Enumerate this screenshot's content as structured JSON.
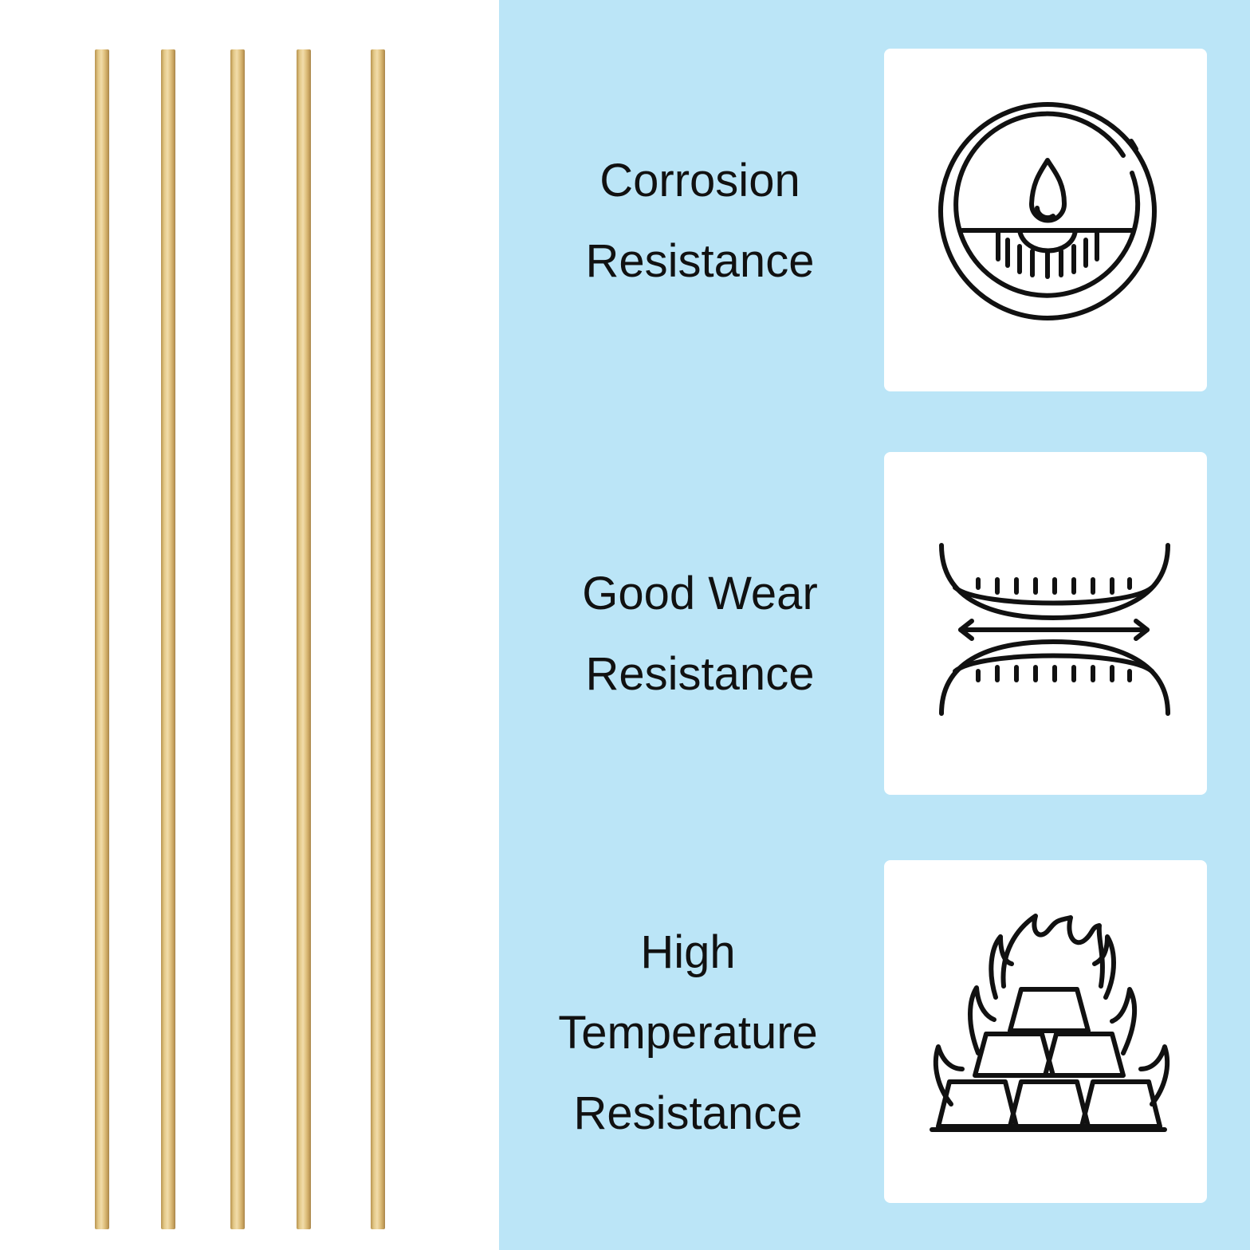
{
  "features": [
    {
      "lines": [
        "Corrosion",
        "Resistance"
      ],
      "icon": "water-drop-circle-icon"
    },
    {
      "lines": [
        "Good Wear",
        "Resistance"
      ],
      "icon": "friction-surfaces-icon"
    },
    {
      "lines": [
        "High",
        "Temperature",
        "Resistance"
      ],
      "icon": "flame-gold-bars-icon"
    }
  ],
  "colors": {
    "panel_background": "#bbe5f7",
    "rod_gold": "#e3c887",
    "icon_stroke": "#111111"
  }
}
